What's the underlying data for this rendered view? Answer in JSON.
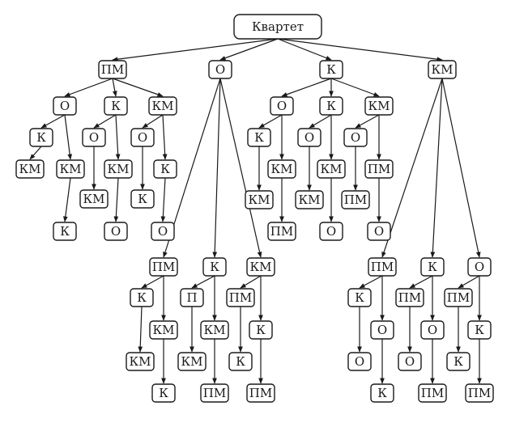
{
  "root": "Квартет",
  "labels": {
    "pm": "ПМ",
    "o": "О",
    "k": "К",
    "km": "КМ",
    "p": "П"
  },
  "colors": {
    "stroke": "#1a1a1a",
    "fill": "#ffffff"
  }
}
